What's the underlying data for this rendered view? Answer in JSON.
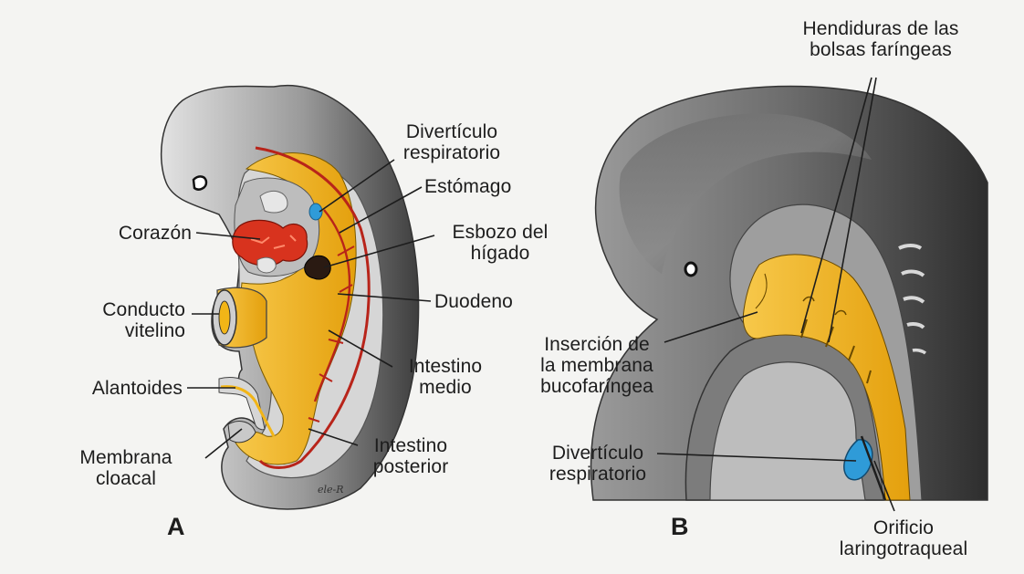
{
  "panels": {
    "a": {
      "letter": "A",
      "labels": {
        "corazon": "Corazón",
        "conducto_vitelino": "Conducto\nvitelino",
        "alantoides": "Alantoides",
        "membrana_cloacal": "Membrana\ncloacal",
        "diverticulo_respiratorio": "Divertículo\nrespiratorio",
        "estomago": "Estómago",
        "esbozo_higado": "Esbozo del\nhígado",
        "duodeno": "Duodeno",
        "intestino_medio": "Intestino\nmedio",
        "intestino_posterior": "Intestino\nposterior"
      },
      "signature": "ele-R"
    },
    "b": {
      "letter": "B",
      "labels": {
        "hendiduras": "Hendiduras de las\nbolsas faríngeas",
        "insercion_membrana": "Inserción de\nla membrana\nbucofaríngea",
        "diverticulo_respiratorio": "Divertículo\nrespiratorio",
        "orificio": "Orificio\nlaringotraqueal"
      }
    }
  },
  "colors": {
    "background": "#f4f4f2",
    "gut_yellow": "#f2b517",
    "heart_red": "#d8331e",
    "vessel_red": "#b8241a",
    "respiratory_blue": "#2f9bd8",
    "liver_dark": "#2a1a12",
    "embryo_gray": "#6e6e6e",
    "embryo_light": "#c9c9c9"
  }
}
